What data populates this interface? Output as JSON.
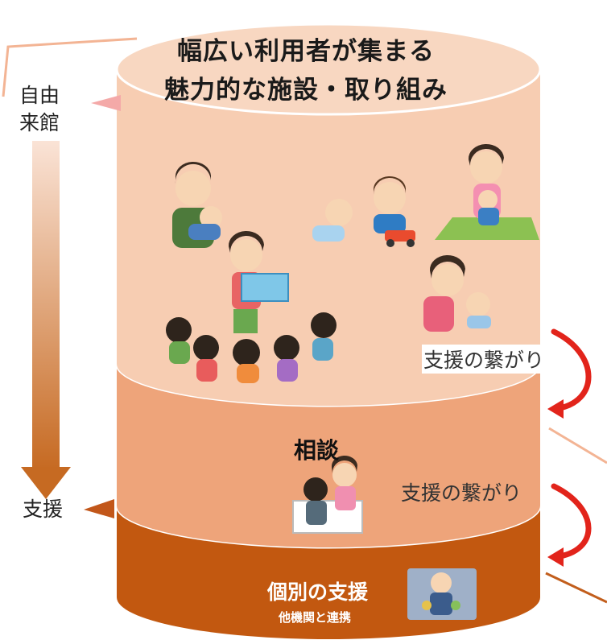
{
  "title": {
    "line1": "幅広い利用者が集まる",
    "line2": "魅力的な施設・取り組み"
  },
  "left": {
    "free_visit": "自由\n来館",
    "free_visit_line1": "自由",
    "free_visit_line2": "来館",
    "support": "支援"
  },
  "tiers": {
    "consultation": "相談",
    "individual": "個別の支援",
    "cooperation": "他機関と連携"
  },
  "connections": {
    "upper": "支援の繋がり",
    "lower": "支援の繋がり"
  },
  "colors": {
    "top_tier": "#f6c9ad",
    "middle_tier": "#eeaa80",
    "bottom_tier": "#c65a12",
    "arrow_gradient_top": "#f9ded0",
    "arrow_gradient_bottom": "#c86f28",
    "connection_arrow": "#e2241b"
  },
  "icons": [
    "father-holding-baby-illustration",
    "crawling-baby-illustration",
    "boy-playing-toy-car-illustration",
    "mother-holding-baby-on-mat-illustration",
    "storytelling-to-children-illustration",
    "mother-with-baby-illustration",
    "consultation-meeting-illustration",
    "individual-support-illustration"
  ]
}
